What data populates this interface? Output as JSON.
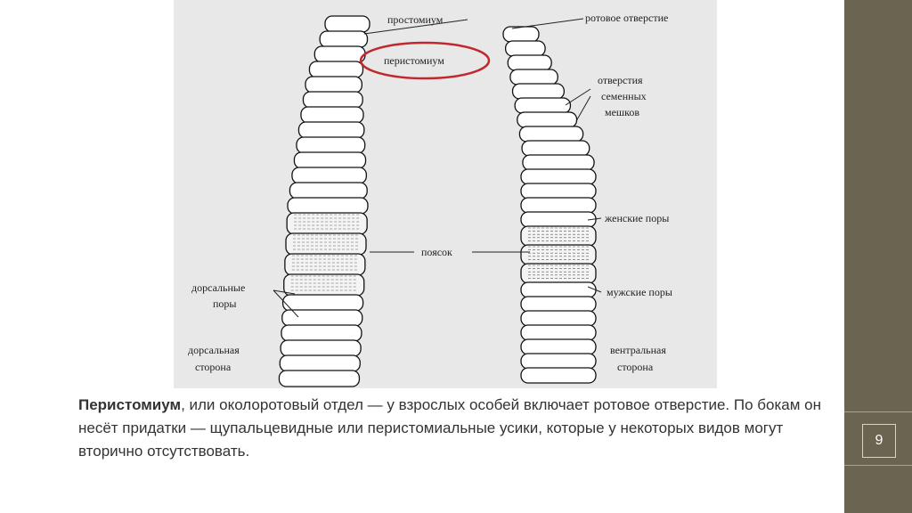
{
  "slide": {
    "page_number": "9",
    "colors": {
      "sidebar": "#6b6450",
      "highlight": "#c0282d",
      "diagram_bg": "#e8e8e8"
    }
  },
  "diagram": {
    "labels": {
      "prostomium": "простомиум",
      "peristomium": "перистомиум",
      "mouth": "ротовое отверстие",
      "seminal_1": "отверстия",
      "seminal_2": "семенных",
      "seminal_3": "мешков",
      "female": "женские поры",
      "clitellum": "поясок",
      "male": "мужские поры",
      "dorsal_pores_1": "дорсальные",
      "dorsal_pores_2": "поры",
      "dorsal_side_1": "дорсальная",
      "dorsal_side_2": "сторона",
      "ventral_side_1": "вентральная",
      "ventral_side_2": "сторона"
    }
  },
  "text": {
    "term": "Перистомиум",
    "body": ", или околоротовый отдел — у взрослых особей включает ротовое отверстие. По бокам он несёт придатки — щупальцевидные или перистомиальные усики, которые у некоторых видов могут вторично отсутствовать."
  }
}
